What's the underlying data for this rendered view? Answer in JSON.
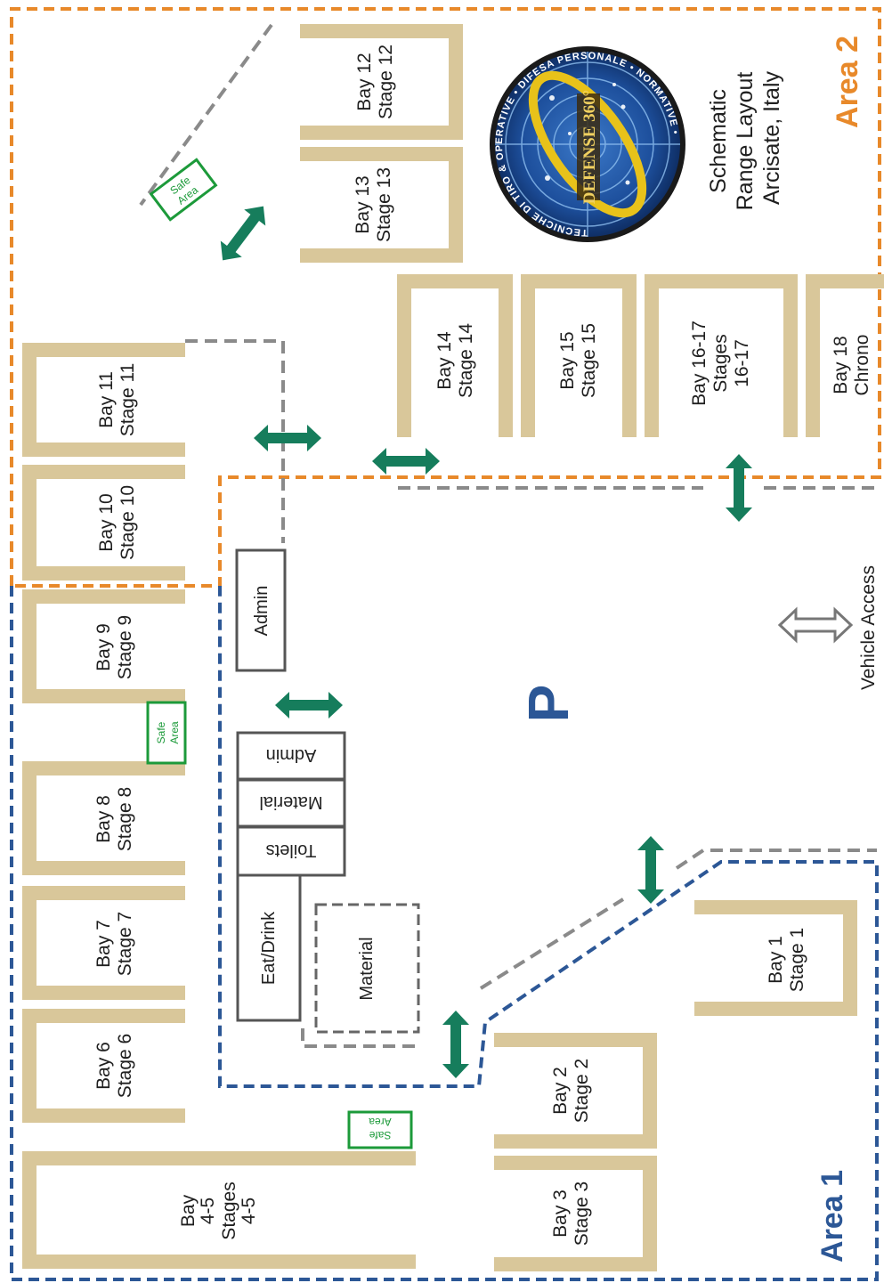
{
  "title": {
    "line1": "Schematic",
    "line2": "Range Layout",
    "line3": "Arcisate, Italy"
  },
  "areas": {
    "area1": "Area 1",
    "area2": "Area 2"
  },
  "logo": {
    "ring_text": "TECNICHE DI TIRO & OPERATIVE • DIFESA PERSONALE • NORMATIVE •",
    "brand": "DEFENSE 360°"
  },
  "bays": {
    "bay1": [
      "Bay 1",
      "Stage 1"
    ],
    "bay2": [
      "Bay 2",
      "Stage 2"
    ],
    "bay3": [
      "Bay 3",
      "Stage 3"
    ],
    "bay45": [
      "Bay",
      "4-5",
      "Stages",
      "4-5"
    ],
    "bay6": [
      "Bay 6",
      "Stage 6"
    ],
    "bay7": [
      "Bay 7",
      "Stage 7"
    ],
    "bay8": [
      "Bay 8",
      "Stage 8"
    ],
    "bay9": [
      "Bay 9",
      "Stage 9"
    ],
    "bay10": [
      "Bay 10",
      "Stage 10"
    ],
    "bay11": [
      "Bay 11",
      "Stage 11"
    ],
    "bay12": [
      "Bay 12",
      "Stage 12"
    ],
    "bay13": [
      "Bay 13",
      "Stage 13"
    ],
    "bay14": [
      "Bay 14",
      "Stage 14"
    ],
    "bay15": [
      "Bay 15",
      "Stage 15"
    ],
    "bay1617": [
      "Bay 16-17",
      "Stages",
      "16-17"
    ],
    "bay18": [
      "Bay 18",
      "Chrono"
    ]
  },
  "buildings": {
    "admin_top": "Admin",
    "admin": "Admin",
    "material": "Material",
    "toilets": "Toilets",
    "eat_drink": "Eat/Drink",
    "material_tent": "Material"
  },
  "safe_areas": {
    "a": [
      "Safe",
      "Area"
    ],
    "b": [
      "Safe",
      "Area"
    ],
    "c": [
      "Safe",
      "Area"
    ]
  },
  "parking": "P",
  "vehicle_access": "Vehicle Access",
  "colors": {
    "bay_wall": "#d9c79a",
    "area1_border": "#2c5796",
    "area2_border": "#e8892a",
    "arrow": "#167d5c",
    "safe_area": "#1c9a3a",
    "parking": "#2c5796"
  }
}
